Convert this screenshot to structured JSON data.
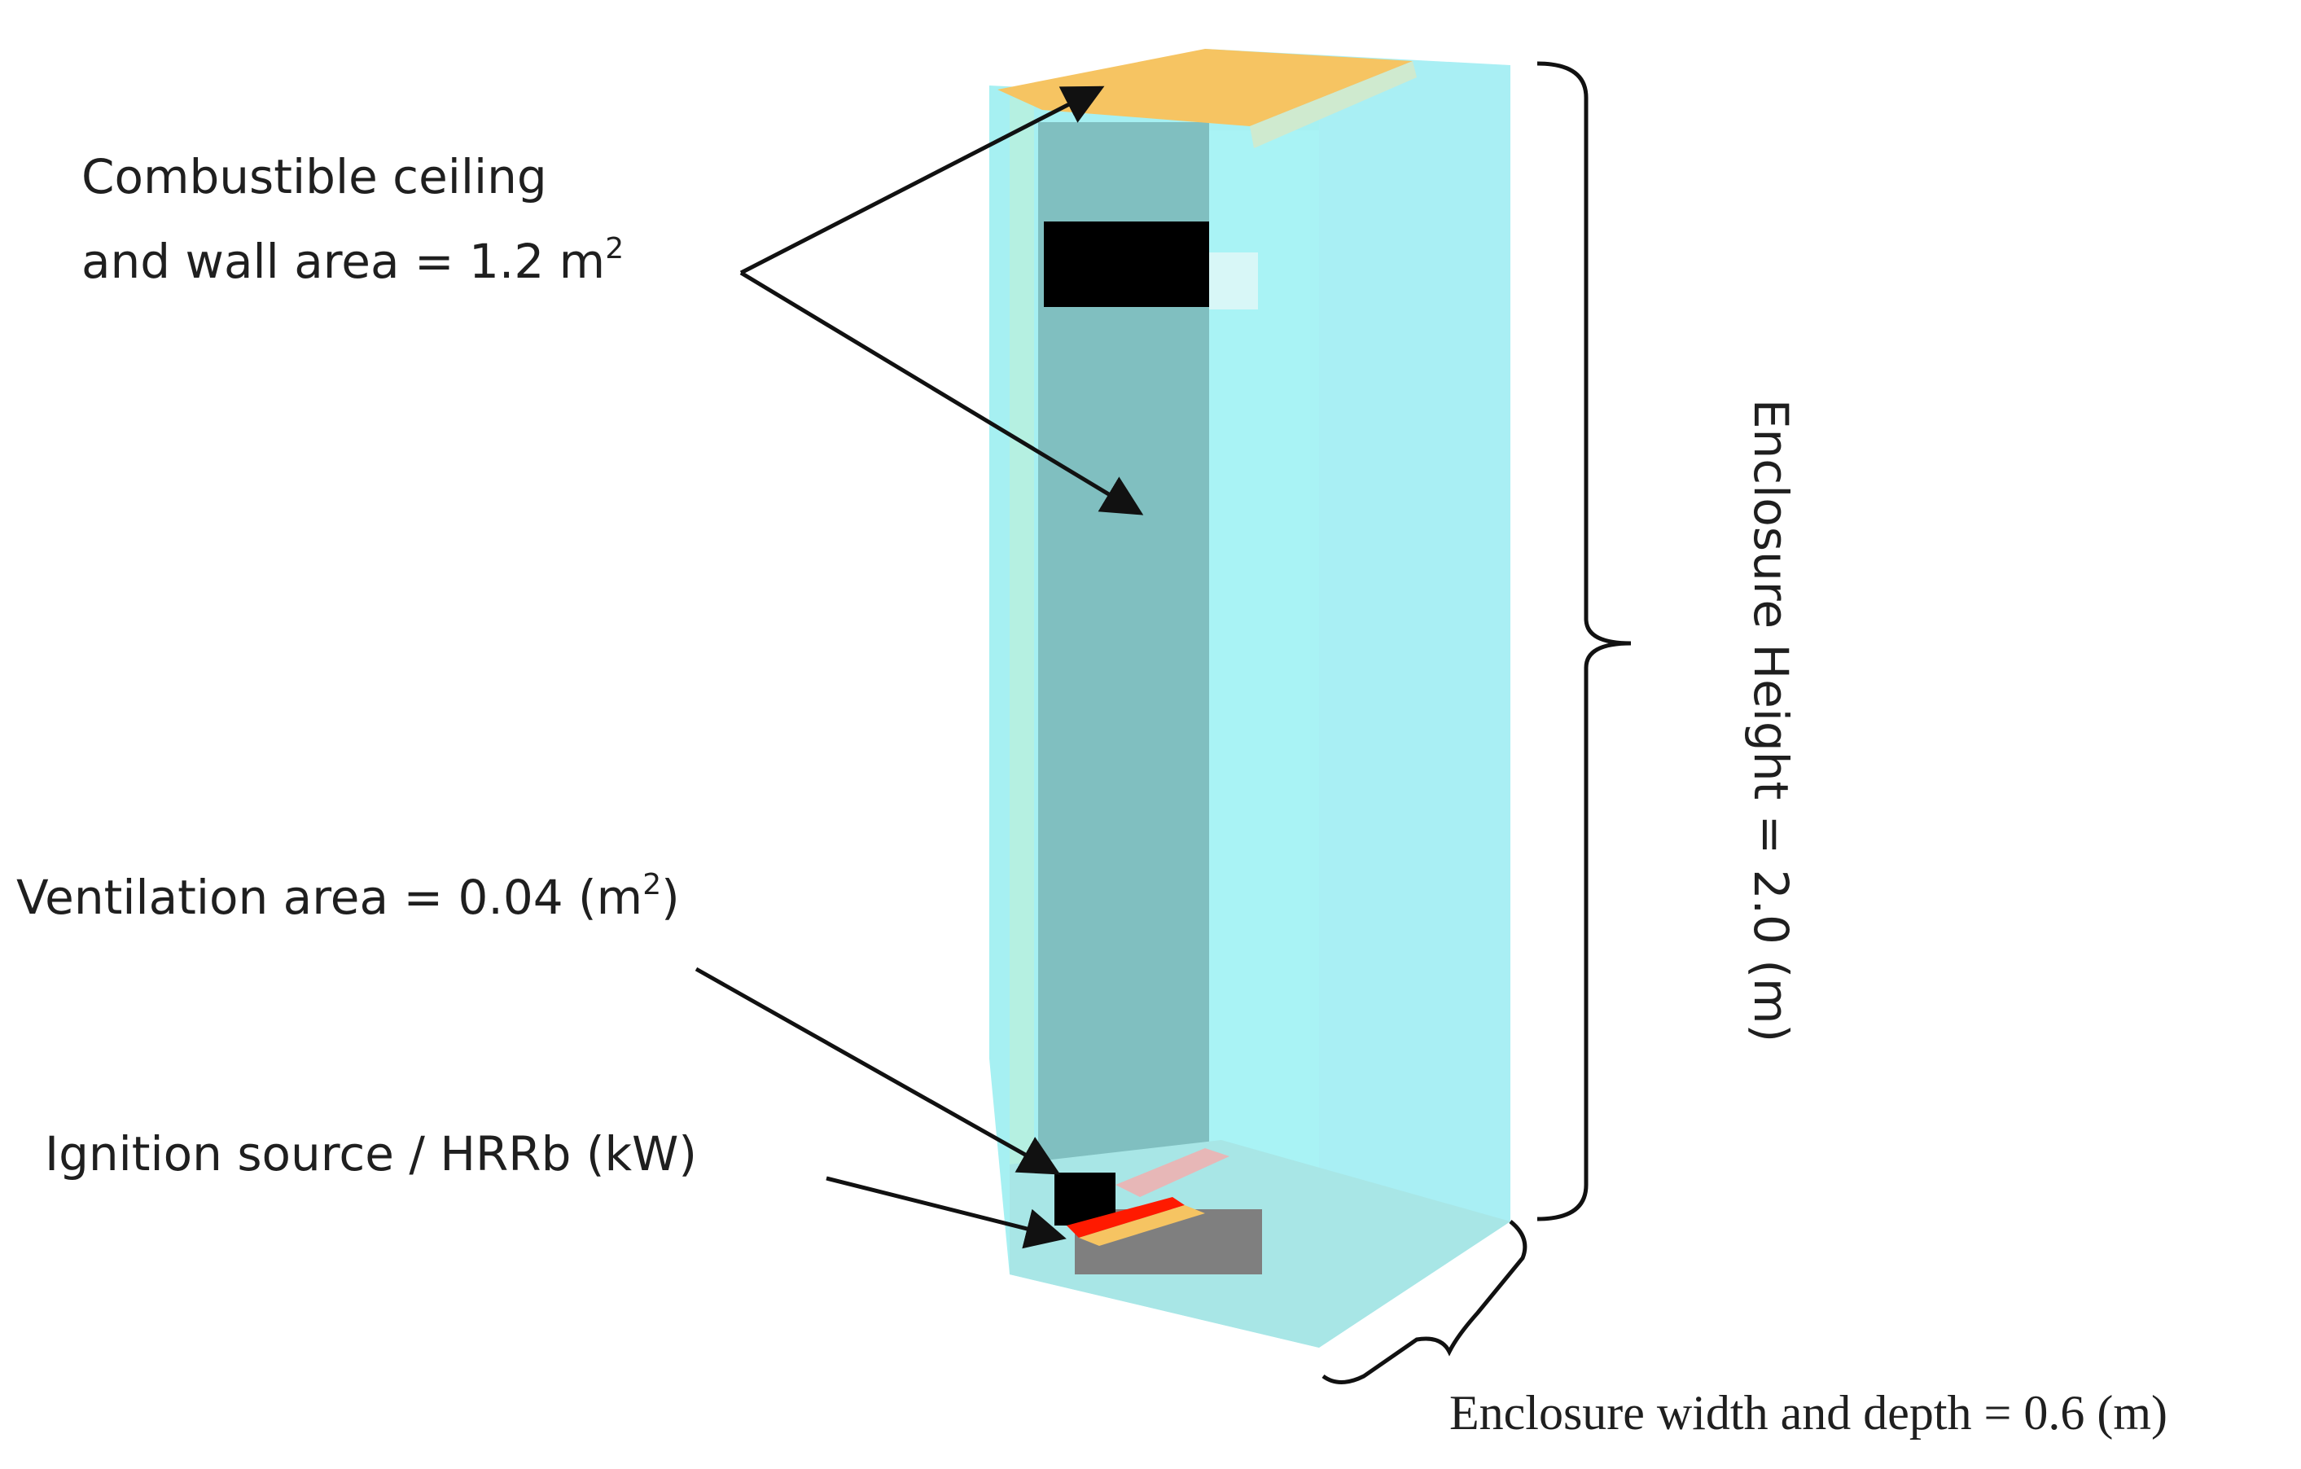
{
  "labels": {
    "combustible_line1": "Combustible ceiling",
    "combustible_line2_prefix": "and wall area = 1.2 m",
    "combustible_sup": "2",
    "ventilation_prefix": "Ventilation area = 0.04 (m",
    "ventilation_sup": "2",
    "ventilation_suffix": ")",
    "ignition": "Ignition source / HRRb (kW)",
    "height": "Enclosure Height = 2.0 (m)",
    "width_depth": "Enclosure width and depth = 0.6 (m)"
  },
  "colors": {
    "glass_front": "#a6f0f2",
    "glass_side": "#a9eff4",
    "back_wall": "#80bfc0",
    "ceiling_panel": "#f6c462",
    "ignition_red": "#ff1a00",
    "dark_block": "#000000",
    "floor_panel": "#7f7f7f",
    "text": "#1f1f1f"
  },
  "icons": [
    "arrow-icon",
    "curly-brace-icon"
  ]
}
